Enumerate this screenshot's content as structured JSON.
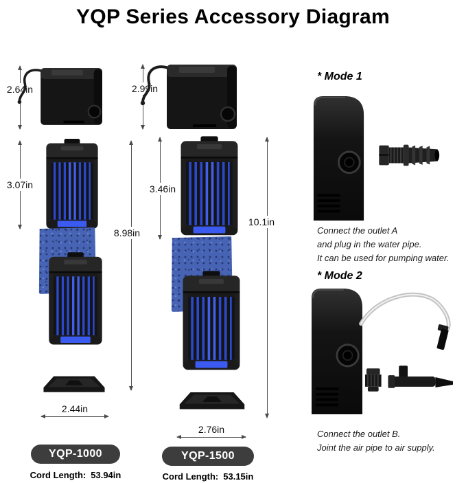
{
  "title": "YQP Series Accessory Diagram",
  "products": [
    {
      "name": "YQP-1000",
      "dimensions": {
        "pump_height": "2.64in",
        "filter_height": "3.07in",
        "total_height": "8.98in",
        "base_width": "2.44in"
      },
      "cord_length_label": "Cord Length:",
      "cord_length_value": "53.94in"
    },
    {
      "name": "YQP-1500",
      "dimensions": {
        "pump_height": "2.99in",
        "filter_height": "3.46in",
        "total_height": "10.1in",
        "base_width": "2.76in"
      },
      "cord_length_label": "Cord Length:",
      "cord_length_value": "53.15in"
    }
  ],
  "modes": [
    {
      "heading": "* Mode 1",
      "caption_lines": [
        "Connect the outlet A",
        "and plug in the water pipe.",
        "It can be used for pumping water."
      ]
    },
    {
      "heading": "* Mode 2",
      "caption_lines": [
        "Connect the outlet B.",
        "Joint the air pipe to air supply."
      ]
    }
  ],
  "colors": {
    "sponge_blue": "#4763b4",
    "filter_blue": "#2b49cf",
    "badge_bg": "#3d3d3d",
    "product_black": "#161616"
  }
}
